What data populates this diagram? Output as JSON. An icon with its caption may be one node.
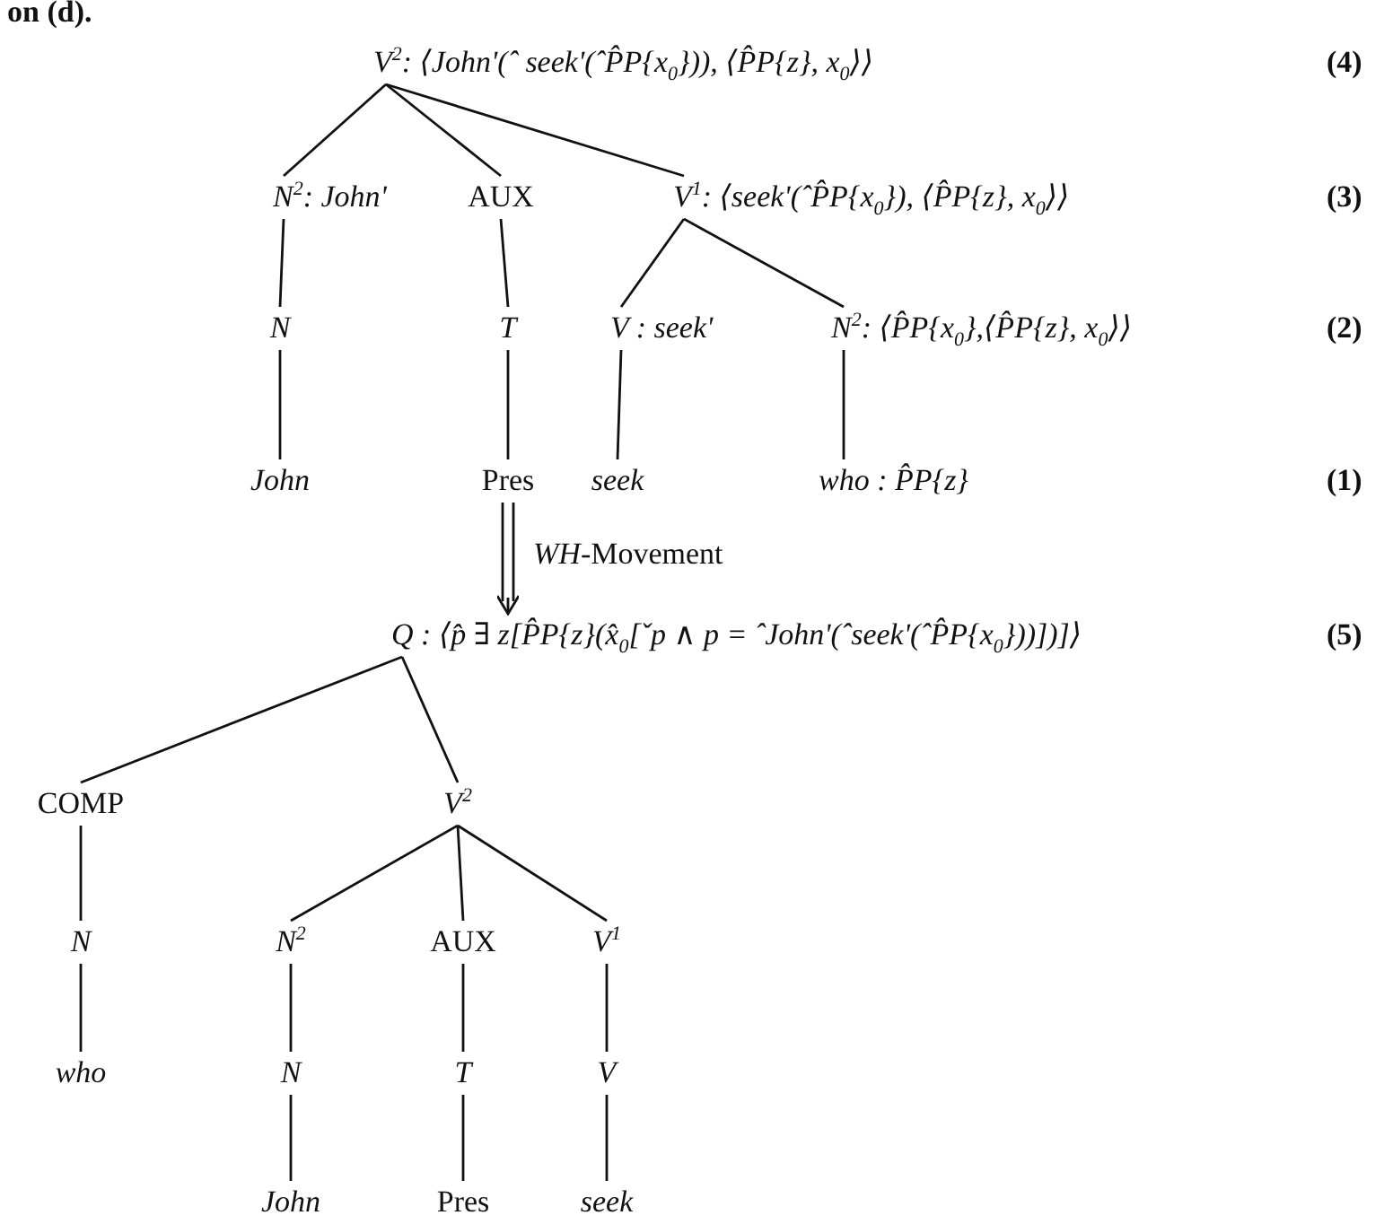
{
  "diagram": {
    "nodes": [
      {
        "text": [
          "V$^{2}$: ⟨John'(ˆ seek'(ˆP̂P{x$_{0}$})), ⟨P̂P{z}, x$_{0}$⟩⟩"
        ],
        "beside": [
          "(4)"
        ]
      },
      {
        "text": [
          "N$^{2}$: John'"
        ]
      },
      {
        "text": [
          "AUX"
        ]
      },
      {
        "text": [
          "V$^{1}$: ⟨seek'(ˆP̂P{x$_{0}$}), ⟨P̂P{z}, x$_{0}$⟩⟩"
        ],
        "beside": [
          "(3)"
        ]
      },
      {
        "text": [
          "N"
        ]
      },
      {
        "text": [
          "T"
        ]
      },
      {
        "text": [
          "V : seek'"
        ]
      },
      {
        "text": [
          "N$^{2}$: ⟨P̂P{x$_{0}$},⟨P̂P{z}, x$_{0}$⟩⟩"
        ],
        "beside": [
          "(2)"
        ]
      },
      {
        "text": [
          "John"
        ]
      },
      {
        "text": [
          "Pres"
        ]
      },
      {
        "text": [
          "seek"
        ]
      },
      {
        "text": [
          "who : P̂P{z}"
        ],
        "beside": [
          "(1)"
        ]
      },
      {
        "text": [
          "Q : ⟨p̂ ∃ z[P̂P{z}(x̂$_{0}$[ˇp ∧ p = ˆJohn'(ˆseek'(ˆP̂P{x$_{0}$}))])]⟩"
        ],
        "beside": [
          "(5)"
        ]
      },
      {
        "text": [
          "COMP"
        ]
      },
      {
        "text": [
          "V$^{2}$"
        ]
      },
      {
        "text": [
          "N"
        ]
      },
      {
        "text": [
          "N$^{2}$"
        ]
      },
      {
        "text": [
          "AUX"
        ]
      },
      {
        "text": [
          "V$^{1}$"
        ]
      },
      {
        "text": [
          "who"
        ]
      },
      {
        "text": [
          "N"
        ]
      },
      {
        "text": [
          "T"
        ]
      },
      {
        "text": [
          "V"
        ]
      },
      {
        "text": [
          "John"
        ]
      },
      {
        "text": [
          "Pres"
        ]
      },
      {
        "text": [
          "seek"
        ]
      }
    ],
    "edges": [
      {
        "from": 0,
        "to": 1,
        "arrow": "none"
      },
      {
        "from": 0,
        "to": 2,
        "arrow": "none"
      },
      {
        "from": 0,
        "to": 3,
        "arrow": "none"
      },
      {
        "from": 1,
        "to": 4,
        "arrow": "none"
      },
      {
        "from": 2,
        "to": 5,
        "arrow": "none"
      },
      {
        "from": 3,
        "to": 6,
        "arrow": "none"
      },
      {
        "from": 3,
        "to": 7,
        "arrow": "none"
      },
      {
        "from": 4,
        "to": 8,
        "arrow": "none"
      },
      {
        "from": 5,
        "to": 9,
        "arrow": "none"
      },
      {
        "from": 6,
        "to": 10,
        "arrow": "none"
      },
      {
        "from": 7,
        "to": 11,
        "arrow": "none"
      },
      {
        "from": 9,
        "to": 12,
        "arrow": "to",
        "label": "*WH*-Movement"
      },
      {
        "from": 12,
        "to": 13,
        "arrow": "none"
      },
      {
        "from": 12,
        "to": 14,
        "arrow": "none"
      },
      {
        "from": 13,
        "to": 15,
        "arrow": "none"
      },
      {
        "from": 14,
        "to": 16,
        "arrow": "none"
      },
      {
        "from": 14,
        "to": 17,
        "arrow": "none"
      },
      {
        "from": 14,
        "to": 18,
        "arrow": "none"
      },
      {
        "from": 15,
        "to": 19,
        "arrow": "none"
      },
      {
        "from": 16,
        "to": 20,
        "arrow": "none"
      },
      {
        "from": 17,
        "to": 21,
        "arrow": "none"
      },
      {
        "from": 18,
        "to": 22,
        "arrow": "none"
      },
      {
        "from": 20,
        "to": 23,
        "arrow": "none"
      },
      {
        "from": 21,
        "to": 24,
        "arrow": "none"
      },
      {
        "from": 22,
        "to": 25,
        "arrow": "none"
      }
    ],
    "labels": [
      "on (d)."
    ]
  }
}
